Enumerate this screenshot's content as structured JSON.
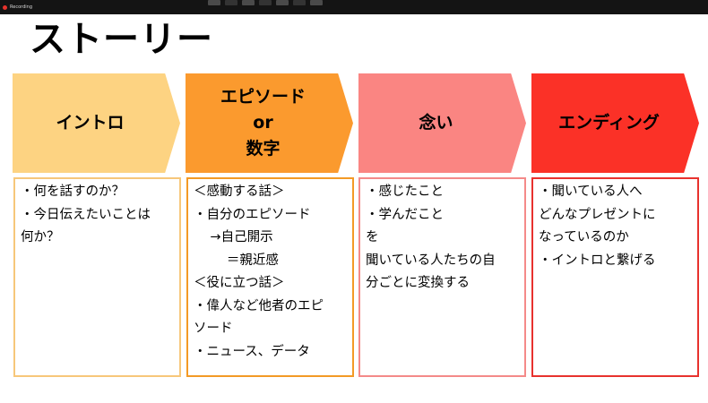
{
  "recording_indicator": {
    "label": "Recording",
    "color": "#e8322c"
  },
  "slide": {
    "title": "ストーリー",
    "stages": [
      {
        "label": "イントロ",
        "fill": "#fdd382",
        "border": "#f7c77a",
        "lines": [
          "・何を話すのか？",
          "・今日伝えたいことは",
          "何か？"
        ]
      },
      {
        "label": "エピソード\nor\n数字",
        "fill": "#fb9a2e",
        "border": "#f39a26",
        "lines": [
          "＜感動する話＞",
          "・自分のエピソード",
          "    →自己開示",
          "        ＝親近感",
          "＜役に立つ話＞",
          "・偉人など他者のエピ",
          "ソード",
          "・ニュース、データ"
        ]
      },
      {
        "label": "念い",
        "fill": "#fa8582",
        "border": "#f48a89",
        "lines": [
          "・感じたこと",
          "・学んだこと",
          "を",
          "聞いている人たちの自",
          "分ごとに変換する"
        ]
      },
      {
        "label": "エンディング",
        "fill": "#fb3127",
        "border": "#e8322e",
        "lines": [
          "・聞いている人へ",
          "どんなプレゼントに",
          "なっているのか",
          "・イントロと繋げる"
        ]
      }
    ]
  }
}
